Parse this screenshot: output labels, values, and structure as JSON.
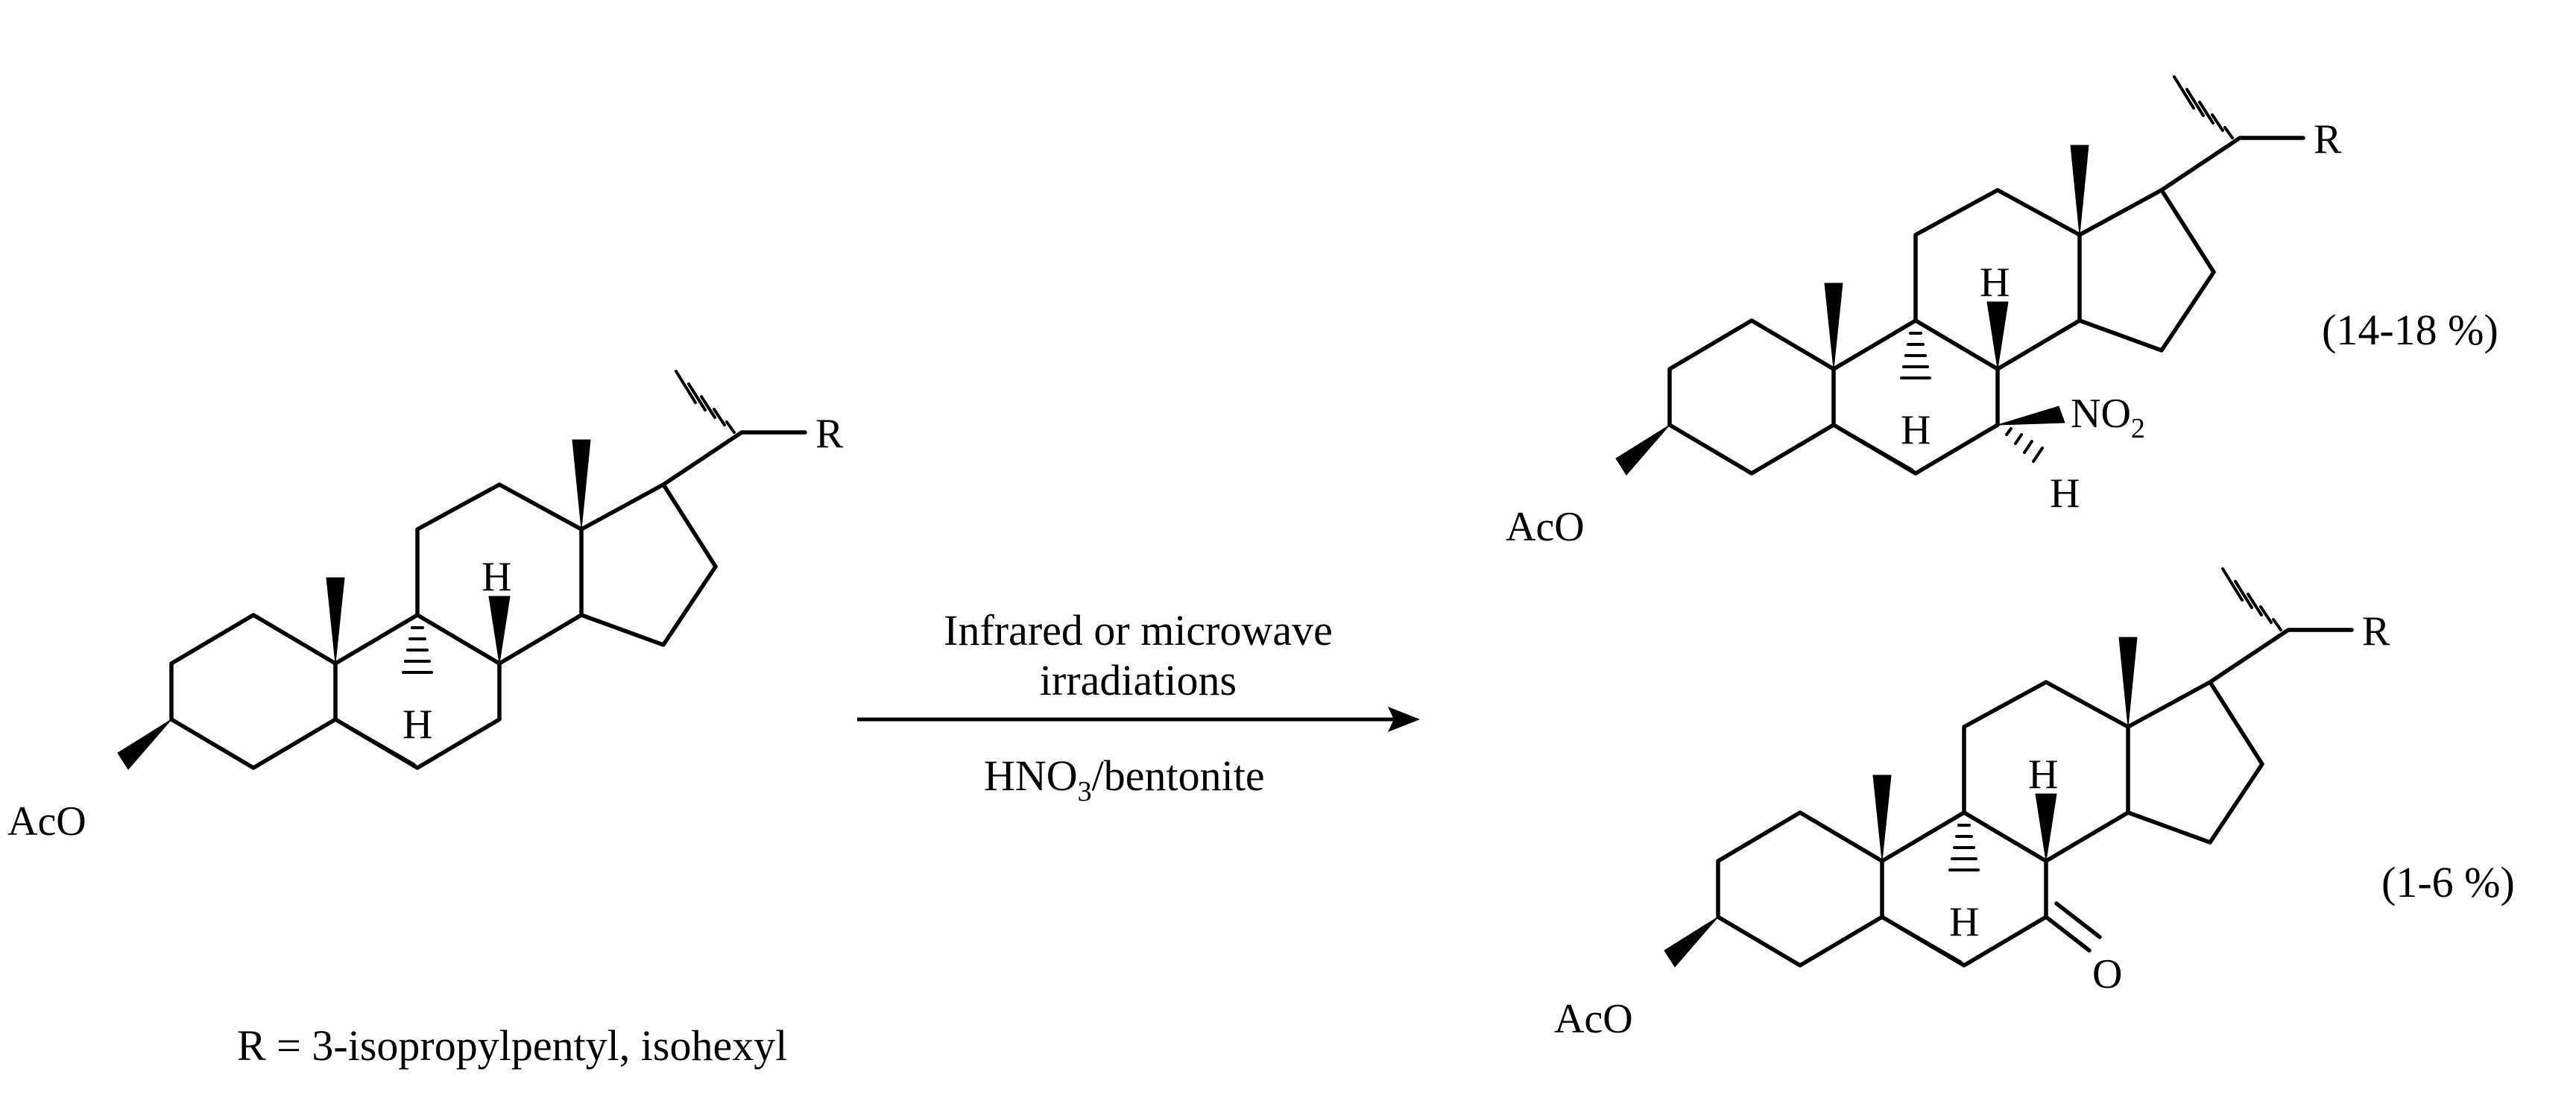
{
  "reactant": {
    "substituent_label": "AcO",
    "side_chain_label": "R",
    "h_label_9": "H",
    "h_label_8": "H"
  },
  "conditions": {
    "line1": "Infrared or microwave",
    "line2": "irradiations",
    "reagent_prefix": "HNO",
    "reagent_subscript": "3",
    "reagent_suffix": "/bentonite"
  },
  "footnote": "R = 3-isopropylpentyl, isohexyl",
  "product_nitro": {
    "substituent_label": "AcO",
    "side_chain_label": "R",
    "h_label_9": "H",
    "h_label_8": "H",
    "nitro_prefix": "NO",
    "nitro_subscript": "2",
    "h_label_7": "H",
    "yield": "(14-18 %)"
  },
  "product_ketone": {
    "substituent_label": "AcO",
    "side_chain_label": "R",
    "h_label_9": "H",
    "h_label_8": "H",
    "oxygen_label": "O",
    "yield": "(1-6 %)"
  }
}
